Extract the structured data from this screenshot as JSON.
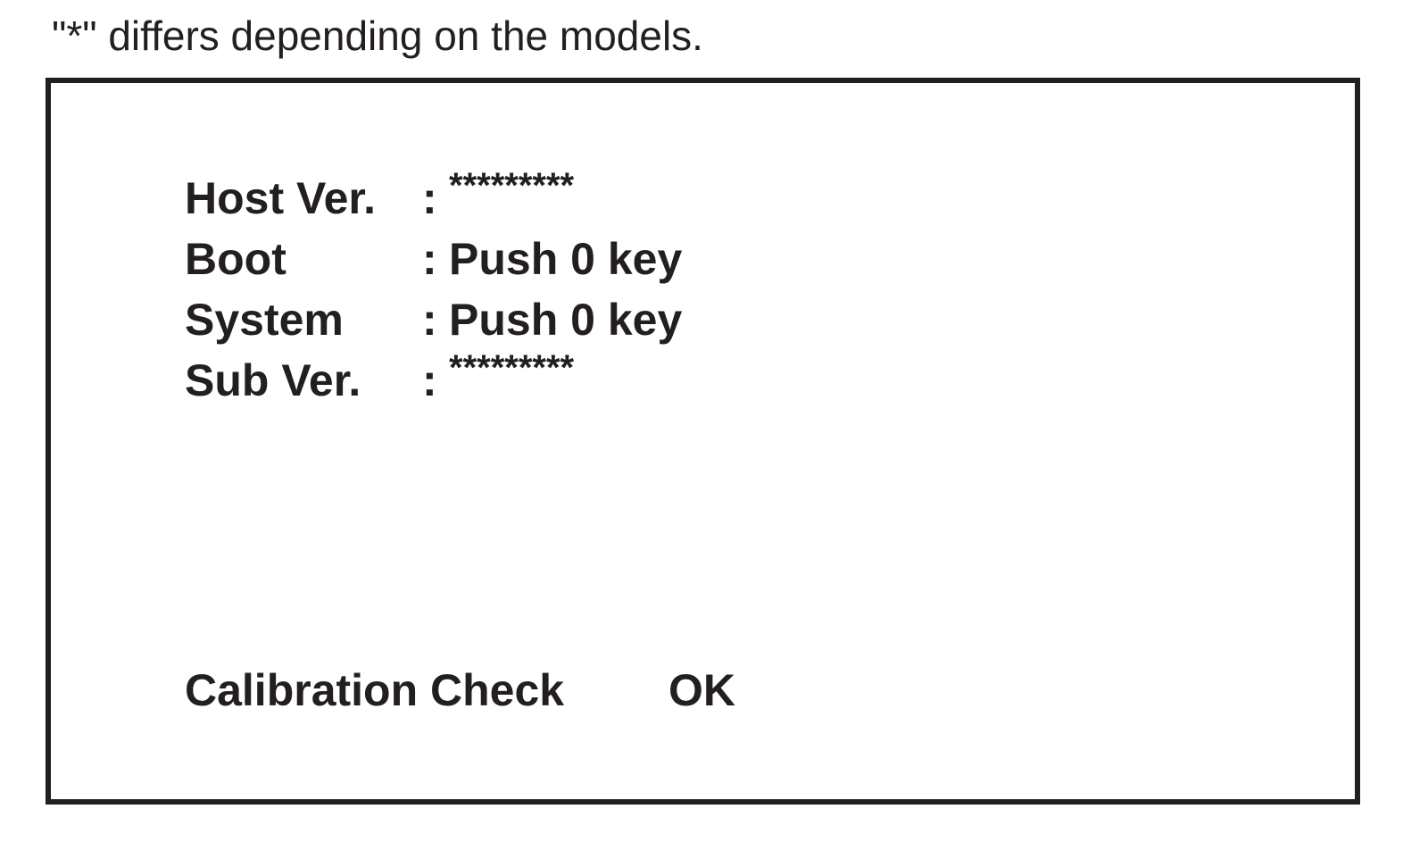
{
  "note": "\"*\" differs depending on the models.",
  "info_rows": [
    {
      "label": "Host Ver.",
      "separator": ":",
      "value": "*********"
    },
    {
      "label": "Boot",
      "separator": ":",
      "value": "Push 0 key"
    },
    {
      "label": "System",
      "separator": ":",
      "value": "Push 0 key"
    },
    {
      "label": "Sub Ver.",
      "separator": ":",
      "value": "*********"
    }
  ],
  "calibration": {
    "label": "Calibration Check",
    "status": "OK"
  },
  "colors": {
    "text": "#231f20",
    "border": "#231f20",
    "background": "#ffffff"
  }
}
